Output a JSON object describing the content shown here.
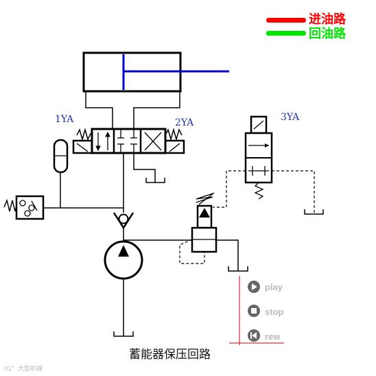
{
  "legend": {
    "supply_label": "进油路",
    "supply_color": "#ff0000",
    "return_label": "回油路",
    "return_color": "#00e600"
  },
  "coils": {
    "left": "1YA",
    "right": "2YA",
    "valve": "3YA"
  },
  "controls": {
    "play": "play",
    "stop": "stop",
    "rew": "rew"
  },
  "caption": "蓄能器保压回路",
  "watermark": "大型机械",
  "colors": {
    "line": "#000000",
    "piston": "#0000cc",
    "control_divider": "#cc0000"
  }
}
